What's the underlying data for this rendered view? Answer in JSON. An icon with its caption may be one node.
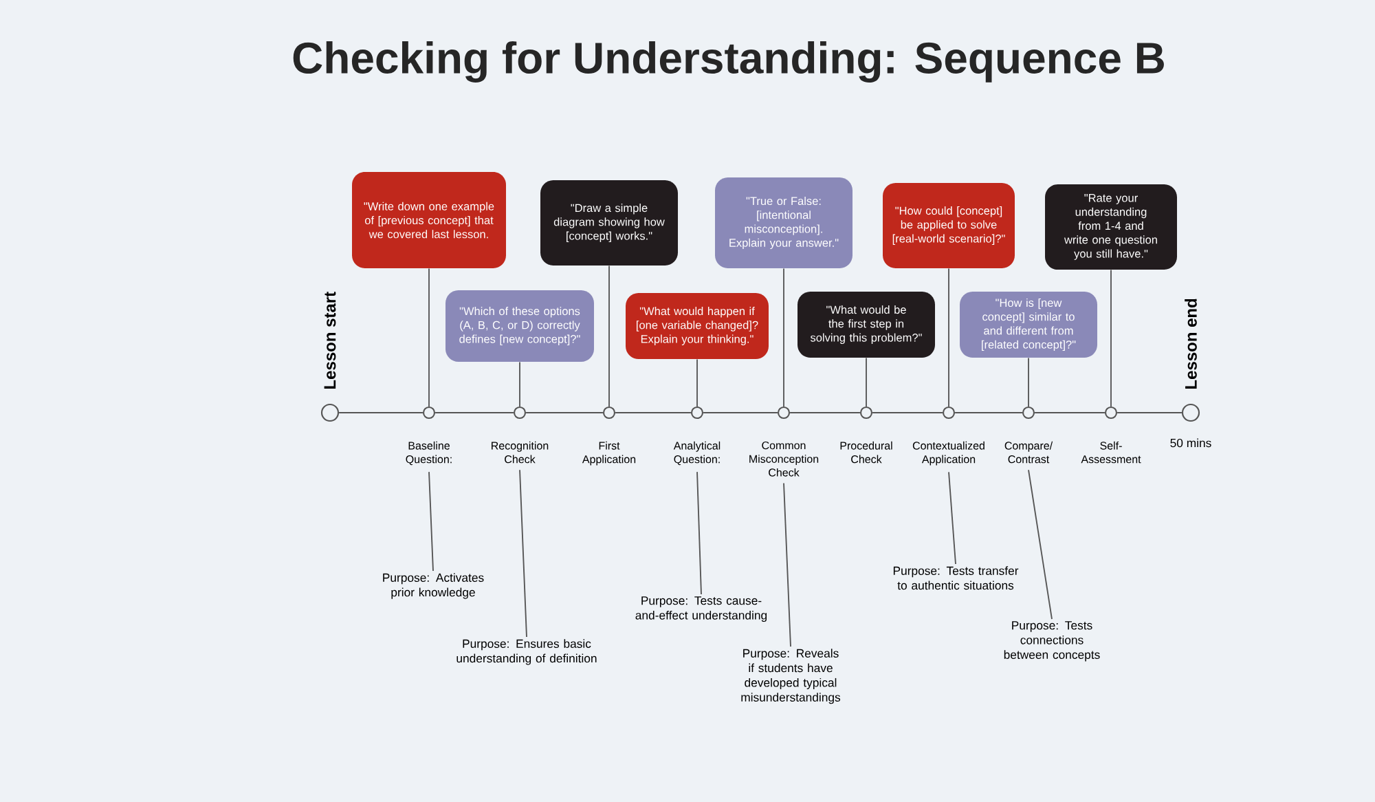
{
  "diagram": {
    "title": "Checking for Understanding: Sequence B",
    "nodes": [
      {
        "text": [],
        "shape": "circle",
        "beside": [
          "Lesson start"
        ]
      },
      {
        "text": [],
        "shape": "circle"
      },
      {
        "text": [],
        "shape": "circle"
      },
      {
        "text": [],
        "shape": "circle"
      },
      {
        "text": [],
        "shape": "circle"
      },
      {
        "text": [],
        "shape": "circle"
      },
      {
        "text": [],
        "shape": "circle"
      },
      {
        "text": [],
        "shape": "circle"
      },
      {
        "text": [],
        "shape": "circle"
      },
      {
        "text": [],
        "shape": "circle"
      },
      {
        "text": [],
        "shape": "circle",
        "beside": [
          "Lesson end",
          "50 mins"
        ]
      },
      {
        "text": [
          "\"Write down one example of [previous concept] that we covered last lesson."
        ]
      },
      {
        "text": [
          "\"Which of these options (A, B, C, or D) correctly defines [new concept]?\""
        ]
      },
      {
        "text": [
          "\"Draw a simple diagram showing how [concept] works.\""
        ]
      },
      {
        "text": [
          "\"What would happen if [one variable changed]? Explain your thinking.\""
        ]
      },
      {
        "text": [
          "\"True or False: [intentional misconception]. Explain your answer.\""
        ]
      },
      {
        "text": [
          "\"What would be the first step in solving this problem?\""
        ]
      },
      {
        "text": [
          "\"How could [concept] be applied to solve [real-world scenario]?\""
        ]
      },
      {
        "text": [
          "\"How is [new concept] similar to and different from [related concept]?\""
        ]
      },
      {
        "text": [
          "\"Rate your understanding from 1-4 and write one question you still have.\""
        ]
      },
      {
        "text": [
          "Baseline Question:"
        ]
      },
      {
        "text": [
          "Recognition Check"
        ]
      },
      {
        "text": [
          "First Application"
        ]
      },
      {
        "text": [
          "Analytical Question:"
        ]
      },
      {
        "text": [
          "Common Misconception Check"
        ]
      },
      {
        "text": [
          "Procedural Check"
        ]
      },
      {
        "text": [
          "Contextualized Application"
        ]
      },
      {
        "text": [
          "Compare/ Contrast"
        ]
      },
      {
        "text": [
          "Self-Assessment"
        ]
      },
      {
        "text": [
          "Purpose: Activates prior knowledge"
        ]
      },
      {
        "text": [
          "Purpose: Ensures basic understanding of definition"
        ]
      },
      {
        "text": [
          "Purpose: Tests cause-and-effect understanding"
        ]
      },
      {
        "text": [
          "Purpose: Reveals if students have developed typical misunderstandings"
        ]
      },
      {
        "text": [
          "Purpose: Tests transfer to authentic situations"
        ]
      },
      {
        "text": [
          "Purpose: Tests connections between concepts"
        ]
      }
    ],
    "edges": [
      {
        "from": 0,
        "to": 1,
        "arrow": "none"
      },
      {
        "from": 1,
        "to": 2,
        "arrow": "none"
      },
      {
        "from": 2,
        "to": 3,
        "arrow": "none"
      },
      {
        "from": 3,
        "to": 4,
        "arrow": "none"
      },
      {
        "from": 4,
        "to": 5,
        "arrow": "none"
      },
      {
        "from": 5,
        "to": 6,
        "arrow": "none"
      },
      {
        "from": 6,
        "to": 7,
        "arrow": "none"
      },
      {
        "from": 7,
        "to": 8,
        "arrow": "none"
      },
      {
        "from": 8,
        "to": 9,
        "arrow": "none"
      },
      {
        "from": 9,
        "to": 10,
        "arrow": "none"
      },
      {
        "from": 11,
        "to": 1,
        "arrow": "none"
      },
      {
        "from": 12,
        "to": 2,
        "arrow": "none"
      },
      {
        "from": 13,
        "to": 3,
        "arrow": "none"
      },
      {
        "from": 14,
        "to": 4,
        "arrow": "none"
      },
      {
        "from": 15,
        "to": 5,
        "arrow": "none"
      },
      {
        "from": 16,
        "to": 6,
        "arrow": "none"
      },
      {
        "from": 17,
        "to": 7,
        "arrow": "none"
      },
      {
        "from": 18,
        "to": 8,
        "arrow": "none"
      },
      {
        "from": 19,
        "to": 9,
        "arrow": "none"
      },
      {
        "from": 20,
        "to": 29,
        "arrow": "none"
      },
      {
        "from": 21,
        "to": 30,
        "arrow": "none"
      },
      {
        "from": 23,
        "to": 31,
        "arrow": "none"
      },
      {
        "from": 24,
        "to": 32,
        "arrow": "none"
      },
      {
        "from": 26,
        "to": 33,
        "arrow": "none"
      },
      {
        "from": 27,
        "to": 34,
        "arrow": "none"
      }
    ]
  }
}
